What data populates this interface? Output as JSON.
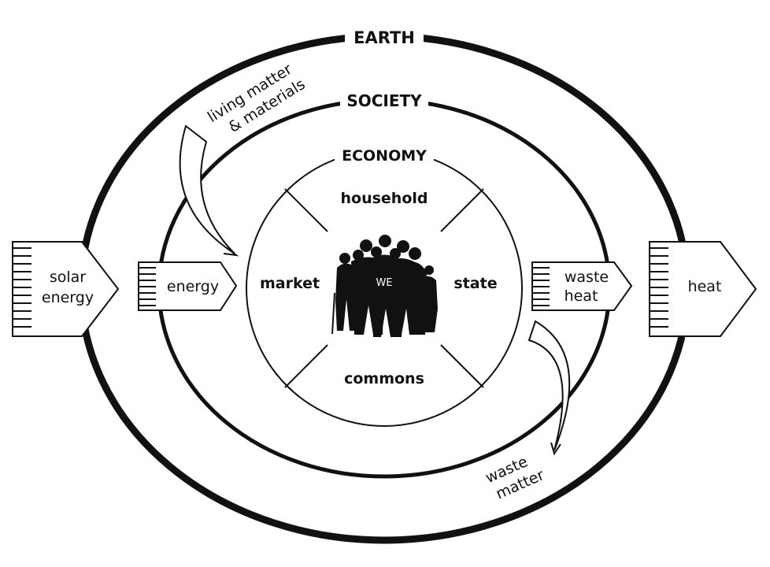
{
  "rings": {
    "earth": "EARTH",
    "society": "SOCIETY",
    "economy": "ECONOMY"
  },
  "sectors": {
    "household": "household",
    "market": "market",
    "state": "state",
    "commons": "commons"
  },
  "center": "WE",
  "flows": {
    "solar_line1": "solar",
    "solar_line2": "energy",
    "energy": "energy",
    "waste_heat_line1": "waste",
    "waste_heat_line2": "heat",
    "heat": "heat",
    "living_line1": "living matter",
    "living_line2": "& materials",
    "waste_matter_line1": "waste",
    "waste_matter_line2": "matter"
  },
  "colors": {
    "ink": "#111111",
    "background": "#ffffff"
  }
}
